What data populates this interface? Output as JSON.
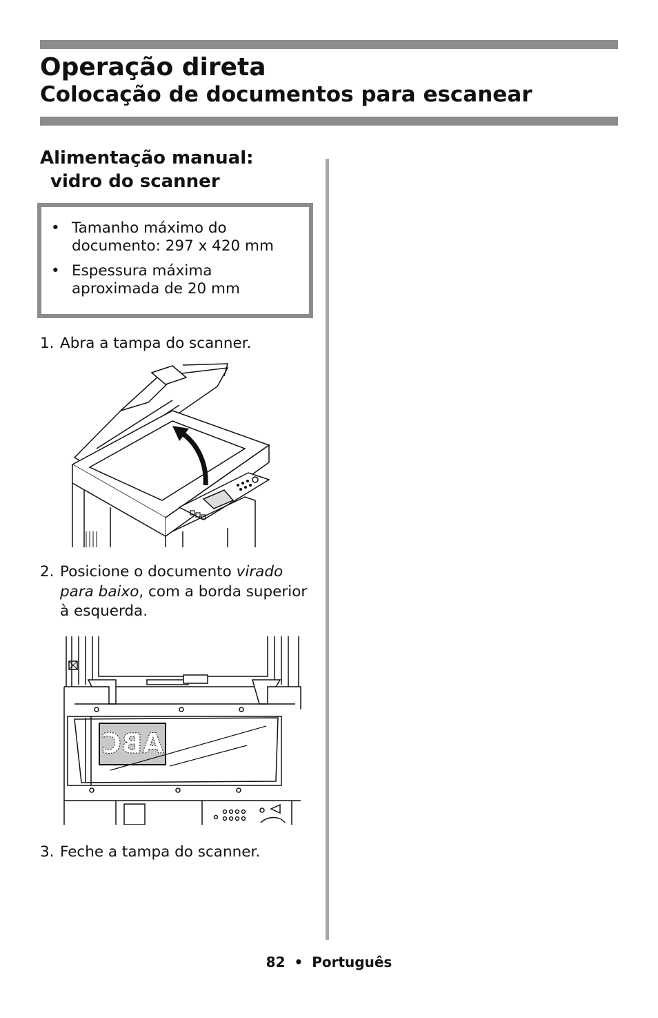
{
  "header": {
    "title": "Operação direta",
    "subtitle": "Colocação de documentos para escanear"
  },
  "section": {
    "title_line1": "Alimentação manual:",
    "title_line2": "vidro do scanner"
  },
  "note": {
    "bullet": "•",
    "items": [
      {
        "line1": "Tamanho máximo do",
        "line2": "documento: 297 x 420 mm"
      },
      {
        "line1": "Espessura máxima",
        "line2": "aproximada de 20 mm"
      }
    ]
  },
  "steps": [
    {
      "num": "1.",
      "text": "Abra a tampa do scanner."
    },
    {
      "num": "2.",
      "text_a": "Posicione o documento ",
      "text_em": "virado para baixo",
      "text_b": ", com a borda superior à esquerda."
    },
    {
      "num": "3.",
      "text": "Feche a tampa do scanner."
    }
  ],
  "figure2": {
    "document_label": "ABC"
  },
  "footer": {
    "page": "82",
    "separator": "•",
    "language": "Português"
  }
}
